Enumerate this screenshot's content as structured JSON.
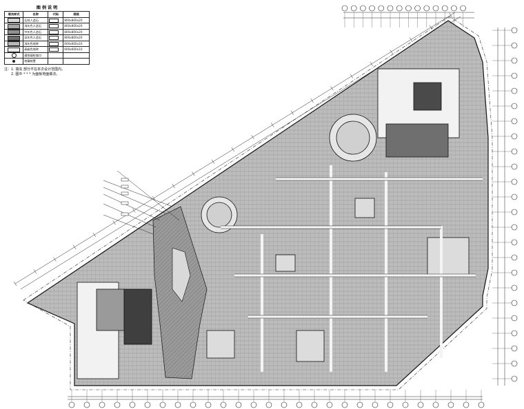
{
  "legend": {
    "title": "图 例 说 明",
    "headers": [
      "填充样式",
      "名称",
      "代码",
      "规格"
    ],
    "rows": [
      {
        "name": "石材人造石",
        "code": "",
        "spec": "800x800x20",
        "fill": "#d6d6d6"
      },
      {
        "name": "浅灰色人造石",
        "code": "",
        "spec": "800x800x20",
        "fill": "#a8a8a8"
      },
      {
        "name": "中灰色人造石",
        "code": "",
        "spec": "800x800x20",
        "fill": "#8f8f8f"
      },
      {
        "name": "深灰色人造石",
        "code": "",
        "spec": "800x800x20",
        "fill": "#6d6d6d"
      },
      {
        "name": "浅灰色地砖",
        "code": "",
        "spec": "600x600x10",
        "fill": "#b9b9b9"
      },
      {
        "name": "高级色地砖",
        "code": "",
        "spec": "600x600x10",
        "fill": "#ececec"
      },
      {
        "name": "通排烟检查口",
        "code": "",
        "spec": "",
        "fill": "circle"
      },
      {
        "name": "地漏装置",
        "code": "",
        "spec": "",
        "fill": "dot"
      }
    ]
  },
  "notes": [
    "注：1. 填充                   部分不在本次设计范围内。",
    "2. 图中 * * * 为面板地面做法。"
  ],
  "colors": {
    "floor_fill": "#bcbcbc",
    "floor_dark": "#8a8a8a",
    "line": "#1a1a1a",
    "background": "#ffffff"
  }
}
